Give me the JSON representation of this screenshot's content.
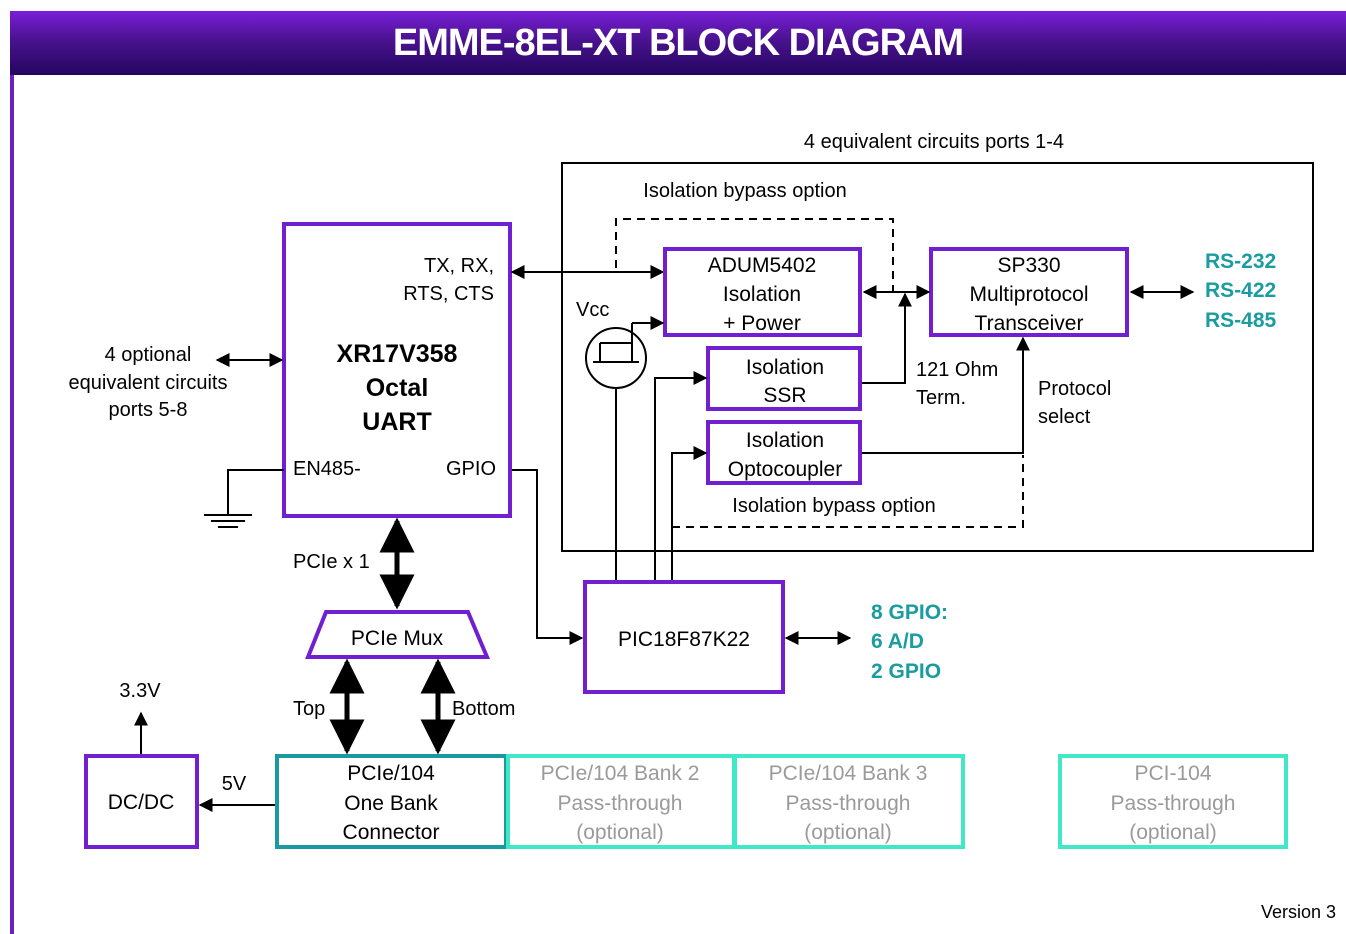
{
  "header": {
    "title": "EMME-8EL-XT BLOCK DIAGRAM"
  },
  "colors": {
    "purple": "#7020d0",
    "teal": "#1a9aa0",
    "mint": "#40e8c8",
    "teal_text": "#1a9ca0",
    "faded_text": "#9a9a9a"
  },
  "labels": {
    "circuits_note": "4 equivalent circuits ports 1-4",
    "bypass_top": "Isolation bypass option",
    "bypass_bottom": "Isolation bypass option",
    "uart_pins_1": "TX, RX,",
    "uart_pins_2": "RTS, CTS",
    "en485": "EN485-",
    "gpio": "GPIO",
    "optional_1": "4 optional",
    "optional_2": "equivalent circuits",
    "optional_3": "ports 5-8",
    "vcc": "Vcc",
    "term_1": "121 Ohm",
    "term_2": "Term.",
    "protocol_1": "Protocol",
    "protocol_2": "select",
    "rs232": "RS-232",
    "rs422": "RS-422",
    "rs485": "RS-485",
    "pcie_x1": "PCIe x 1",
    "gpio_out_1": "8 GPIO:",
    "gpio_out_2": "6 A/D",
    "gpio_out_3": "2 GPIO",
    "v33": "3.3V",
    "v5": "5V",
    "top": "Top",
    "bottom": "Bottom",
    "version": "Version 3"
  },
  "blocks": {
    "uart": [
      "XR17V358",
      "Octal",
      "UART"
    ],
    "adum": [
      "ADUM5402",
      "Isolation",
      "+ Power"
    ],
    "ssr": [
      "Isolation",
      "SSR"
    ],
    "opto": [
      "Isolation",
      "Optocoupler"
    ],
    "sp330": [
      "SP330",
      "Multiprotocol",
      "Transceiver"
    ],
    "pic": "PIC18F87K22",
    "mux": "PCIe Mux",
    "dcdc": "DC/DC",
    "pcie104": [
      "PCIe/104",
      "One Bank",
      "Connector"
    ],
    "bank2": [
      "PCIe/104 Bank 2",
      "Pass-through",
      "(optional)"
    ],
    "bank3": [
      "PCIe/104 Bank 3",
      "Pass-through",
      "(optional)"
    ],
    "pci104": [
      "PCI-104",
      "Pass-through",
      "(optional)"
    ]
  }
}
